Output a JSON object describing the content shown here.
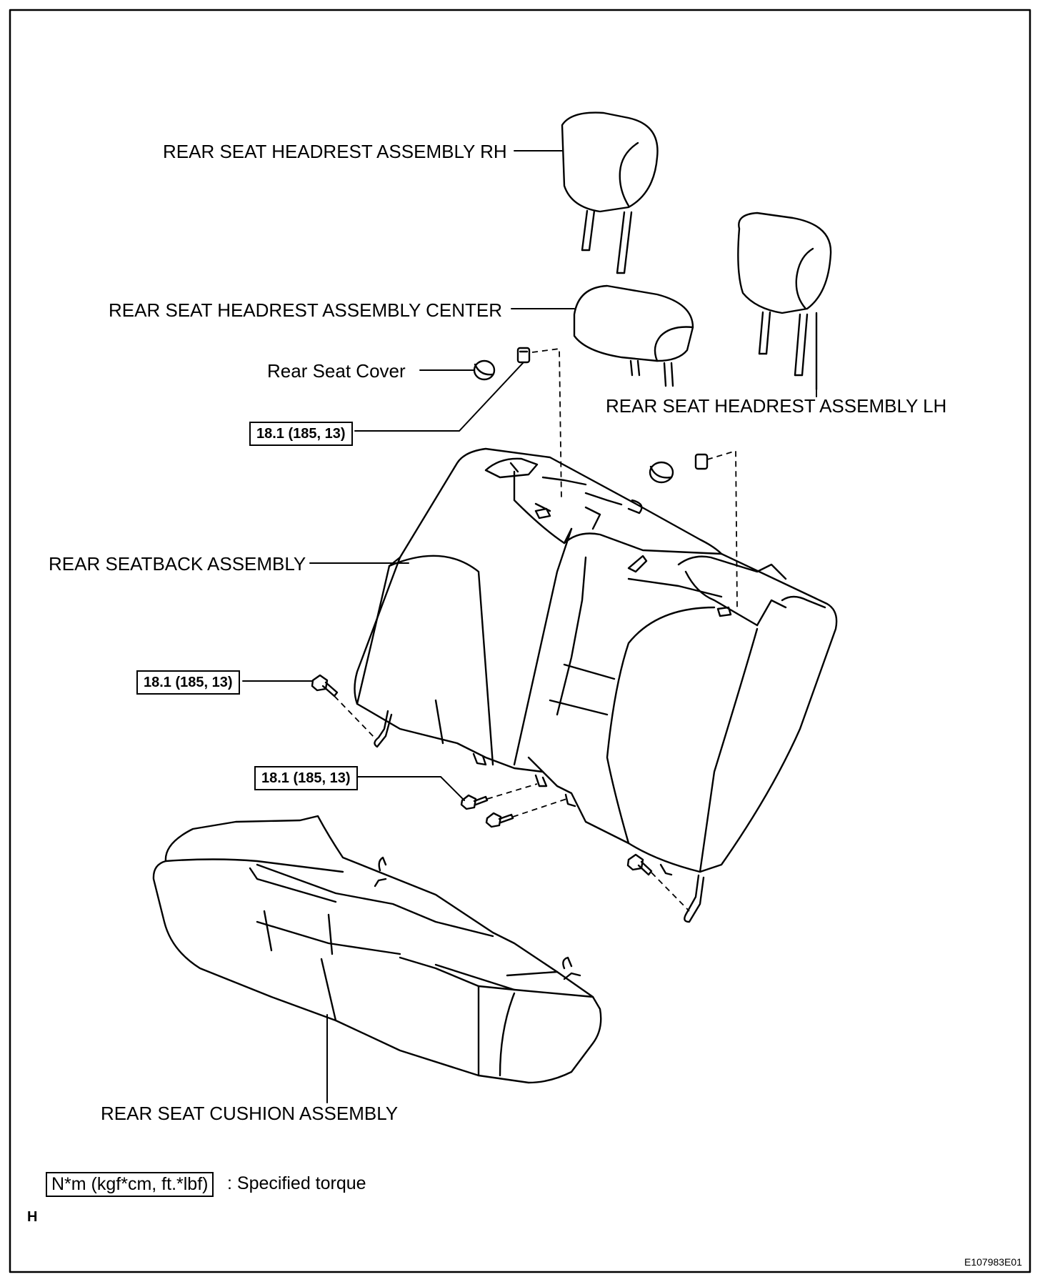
{
  "labels": {
    "headrest_rh": "REAR SEAT HEADREST ASSEMBLY RH",
    "headrest_center": "REAR SEAT HEADREST ASSEMBLY CENTER",
    "headrest_lh": "REAR SEAT HEADREST ASSEMBLY LH",
    "seat_cover": "Rear Seat Cover",
    "seatback": "REAR SEATBACK ASSEMBLY",
    "cushion": "REAR SEAT CUSHION ASSEMBLY"
  },
  "torque": {
    "top": "18.1 (185, 13)",
    "left": "18.1 (185, 13)",
    "middle": "18.1 (185, 13)"
  },
  "legend": {
    "unit_box": "N*m (kgf*cm, ft.*lbf)",
    "description": ": Specified torque"
  },
  "corner_mark": "H",
  "figure_id": "E107983E01"
}
